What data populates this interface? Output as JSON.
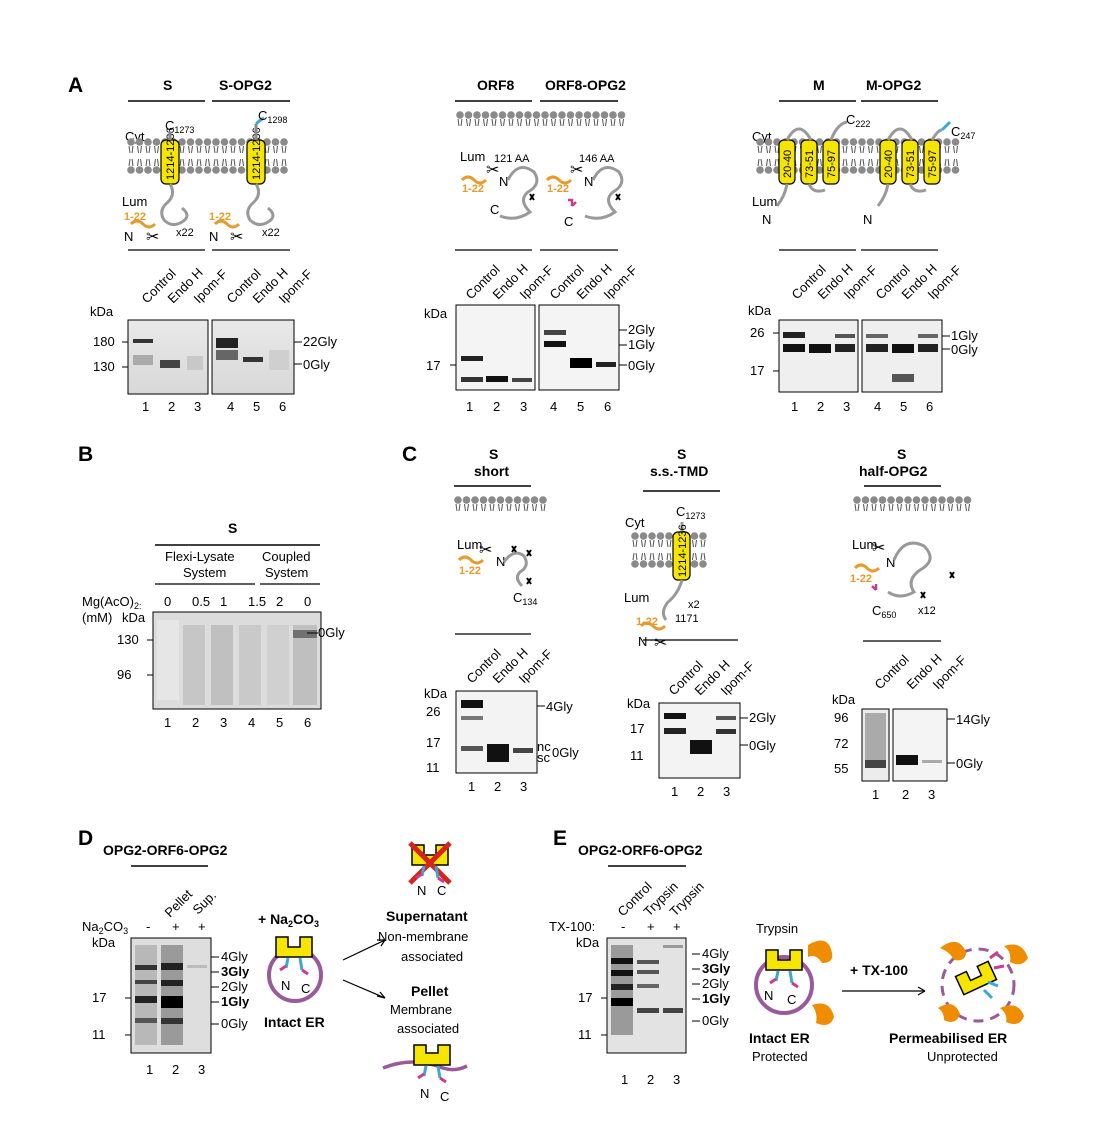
{
  "panels": {
    "A": {
      "letter": "A",
      "S": {
        "head1": "S",
        "head2": "S-OPG2",
        "cyt": "Cyt",
        "lum": "Lum",
        "c1": "C",
        "c1sub": "1273",
        "c2": "C",
        "c2sub": "1298",
        "tmd": "1214-1236",
        "sig": "1-22",
        "n": "N",
        "x": "x22",
        "treat": [
          "Control",
          "Endo H",
          "Ipom-F",
          "Control",
          "Endo H",
          "Ipom-F"
        ],
        "kda": "kDa",
        "mw": [
          "180",
          "130"
        ],
        "bands": [
          "22Gly",
          "0Gly"
        ],
        "lanes": [
          "1",
          "2",
          "3",
          "4",
          "5",
          "6"
        ]
      },
      "ORF8": {
        "head1": "ORF8",
        "head2": "ORF8-OPG2",
        "lum": "Lum",
        "aa1": "121 AA",
        "aa2": "146 AA",
        "sig": "1-22",
        "n": "N",
        "c": "C",
        "treat": [
          "Control",
          "Endo H",
          "Ipom-F",
          "Control",
          "Endo H",
          "Ipom-F"
        ],
        "kda": "kDa",
        "mw": [
          "17"
        ],
        "bands": [
          "2Gly",
          "1Gly",
          "0Gly"
        ],
        "lanes": [
          "1",
          "2",
          "3",
          "4",
          "5",
          "6"
        ]
      },
      "M": {
        "head1": "M",
        "head2": "M-OPG2",
        "cyt": "Cyt",
        "lum": "Lum",
        "c1": "C",
        "c1sub": "222",
        "c2": "C",
        "c2sub": "247",
        "tmds": [
          "20-40",
          "73-51",
          "75-97"
        ],
        "n": "N",
        "treat": [
          "Control",
          "Endo H",
          "Ipom-F",
          "Control",
          "Endo H",
          "Ipom-F"
        ],
        "kda": "kDa",
        "mw": [
          "26",
          "17"
        ],
        "bands": [
          "1Gly",
          "0Gly"
        ],
        "lanes": [
          "1",
          "2",
          "3",
          "4",
          "5",
          "6"
        ]
      }
    },
    "B": {
      "letter": "B",
      "head": "S",
      "sys1": "Flexi-Lysate",
      "sys1b": "System",
      "sys2": "Coupled",
      "sys2b": "System",
      "mg": "Mg(AcO)",
      "mg2": "2:",
      "mm": "(mM)",
      "kda": "kDa",
      "conc": [
        "0",
        "0.5",
        "1",
        "1.5",
        "2",
        "0"
      ],
      "mw": [
        "130",
        "96"
      ],
      "band": "0Gly",
      "lanes": [
        "1",
        "2",
        "3",
        "4",
        "5",
        "6"
      ]
    },
    "C": {
      "letter": "C",
      "short": {
        "head1": "S",
        "head2": "short",
        "lum": "Lum",
        "sig": "1-22",
        "n": "N",
        "c": "C",
        "csub": "134",
        "treat": [
          "Control",
          "Endo H",
          "Ipom-F"
        ],
        "kda": "kDa",
        "mw": [
          "26",
          "17",
          "11"
        ],
        "bands": [
          "4Gly",
          "nc",
          "sc",
          "0Gly"
        ],
        "lanes": [
          "1",
          "2",
          "3"
        ]
      },
      "sstmd": {
        "head1": "S",
        "head2": "s.s.-TMD",
        "cyt": "Cyt",
        "lum": "Lum",
        "c": "C",
        "csub": "1273",
        "tmd": "1214-1236",
        "sig": "1-22",
        "n": "N",
        "x": "x2",
        "num": "1171",
        "treat": [
          "Control",
          "Endo H",
          "Ipom-F"
        ],
        "kda": "kDa",
        "mw": [
          "17",
          "11"
        ],
        "bands": [
          "2Gly",
          "0Gly"
        ],
        "lanes": [
          "1",
          "2",
          "3"
        ]
      },
      "half": {
        "head1": "S",
        "head2": "half-OPG2",
        "lum": "Lum",
        "sig": "1-22",
        "n": "N",
        "c": "C",
        "csub": "650",
        "x": "x12",
        "treat": [
          "Control",
          "Endo H",
          "Ipom-F"
        ],
        "kda": "kDa",
        "mw": [
          "96",
          "72",
          "55"
        ],
        "bands": [
          "14Gly",
          "0Gly"
        ],
        "lanes": [
          "1",
          "2",
          "3"
        ]
      }
    },
    "D": {
      "letter": "D",
      "head": "OPG2-ORF6-OPG2",
      "treat": [
        "Pellet",
        "Sup."
      ],
      "na": "Na",
      "na2": "2",
      "na3": "CO",
      "na4": "3",
      "signs": [
        "-",
        "+",
        "+"
      ],
      "kda": "kDa",
      "mw": [
        "17",
        "11"
      ],
      "bands": [
        "4Gly",
        "3Gly",
        "2Gly",
        "1Gly",
        "0Gly"
      ],
      "lanes": [
        "1",
        "2",
        "3"
      ],
      "plus": "+ Na",
      "plus2": "2",
      "plus3": "CO",
      "plus4": "3",
      "intact": "Intact ER",
      "n": "N",
      "c": "C",
      "sup": "Supernatant",
      "sup2": "Non-membrane",
      "sup3": "associated",
      "pel": "Pellet",
      "pel2": "Membrane",
      "pel3": "associated"
    },
    "E": {
      "letter": "E",
      "head": "OPG2-ORF6-OPG2",
      "treat": [
        "Control",
        "Trypsin",
        "Trypsin"
      ],
      "tx": "TX-100:",
      "signs": [
        "-",
        "+",
        "+"
      ],
      "kda": "kDa",
      "mw": [
        "17",
        "11"
      ],
      "bands": [
        "4Gly",
        "3Gly",
        "2Gly",
        "1Gly",
        "0Gly"
      ],
      "lanes": [
        "1",
        "2",
        "3"
      ],
      "trypsin": "Trypsin",
      "plus": "+ TX-100",
      "intact": "Intact ER",
      "prot": "Protected",
      "perm": "Permeabilised ER",
      "unprot": "Unprotected",
      "n": "N",
      "c": "C"
    }
  },
  "colors": {
    "tmd": "#f5e500",
    "signal": "#e89a2a",
    "glycan": "#cc3b8f",
    "glycan2": "#3aa8d8",
    "er": "#9a5a9a",
    "trypsin": "#f08c00",
    "cross": "#d8221a",
    "lipid": "#8a8a8a"
  }
}
